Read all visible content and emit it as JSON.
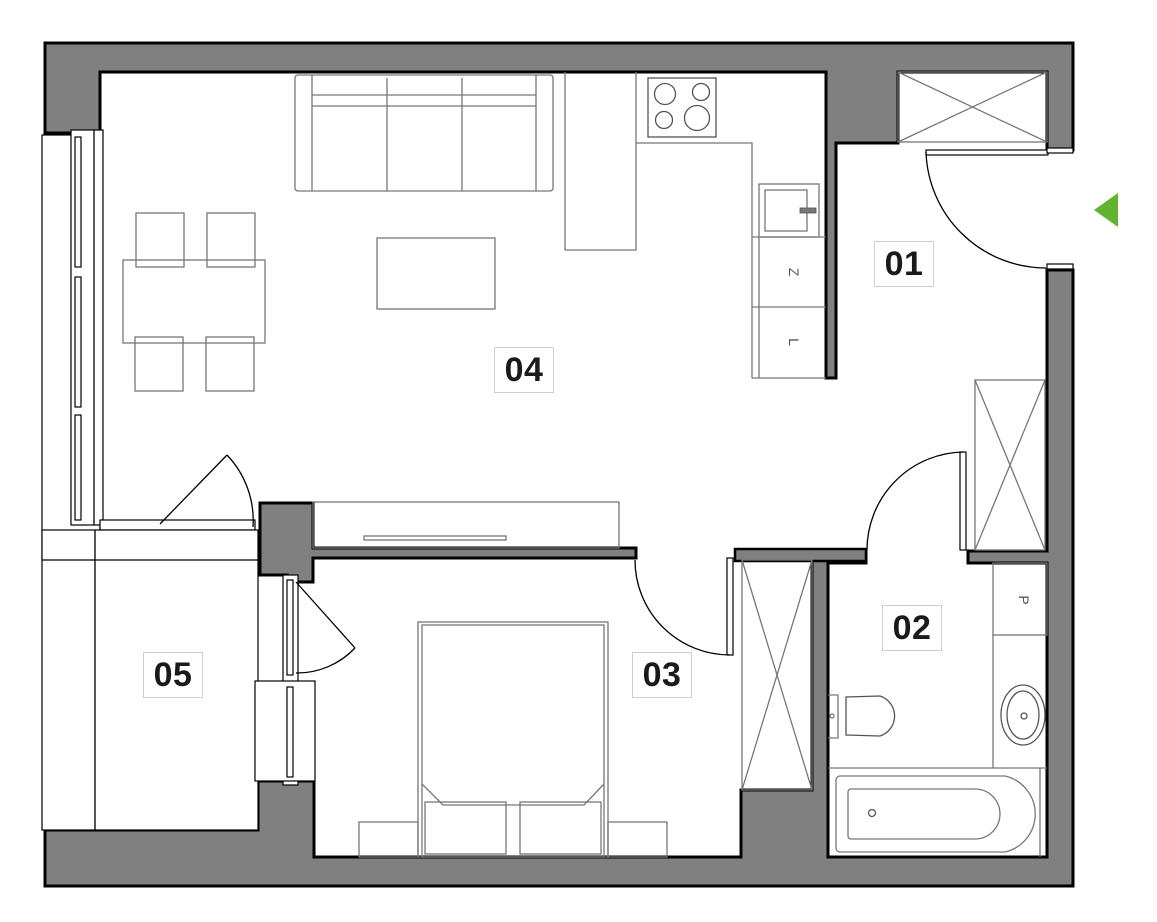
{
  "floor_plan": {
    "colors": {
      "wall": "#808080",
      "wall_outline": "#000000",
      "entry_arrow": "#63b32e",
      "label_border": "#cfcfcf"
    },
    "rooms": [
      {
        "id": "01",
        "label": "01",
        "name": "hallway"
      },
      {
        "id": "02",
        "label": "02",
        "name": "bathroom"
      },
      {
        "id": "03",
        "label": "03",
        "name": "bedroom"
      },
      {
        "id": "04",
        "label": "04",
        "name": "living-kitchen"
      },
      {
        "id": "05",
        "label": "05",
        "name": "balcony"
      }
    ],
    "appliance_labels": {
      "fridge": "Z",
      "dishwasher": "L",
      "washer": "P"
    },
    "entry_icon": "entry-arrow-left"
  }
}
